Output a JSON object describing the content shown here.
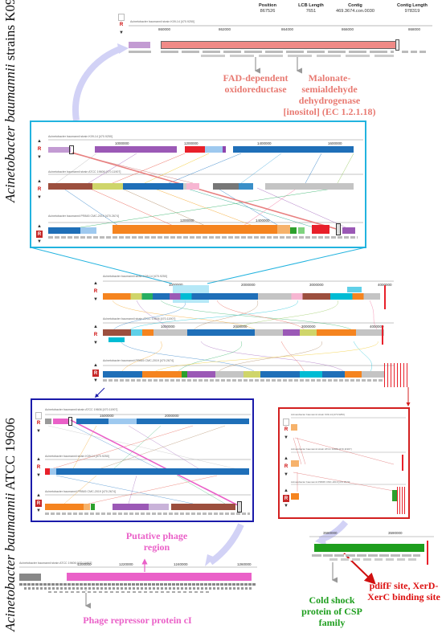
{
  "side_labels": {
    "top": {
      "species": "Acinetobacter baumannii",
      "strain": " strains K09-14"
    },
    "bottom": {
      "species": "Acinetobacter baumannii",
      "strain": " ATCC 19606"
    }
  },
  "header": {
    "position_label": "Position",
    "position_value": "867526",
    "lcb_length_label": "LCB Length",
    "lcb_length_value": "7651",
    "contig_label": "Contig",
    "contig_value": "469.3674.con.0030",
    "contig_length_label": "Contig Length",
    "contig_length_value": "978319"
  },
  "controls": {
    "red_r": "R",
    "up": "▲",
    "down": "▼"
  },
  "track_labels": {
    "k09": "Acinetobacter baumannii strain K09-14 [470.9250]",
    "atcc": "Acinetobacter baumannii strain ATCC 19606 [470.11907]",
    "ref": "Acinetobacter baumannii PR845 CMC-2019 [470.2674]"
  },
  "ticks": {
    "top": [
      "860000",
      "862000",
      "864000",
      "866000",
      "868000"
    ],
    "panel1": [
      "1000000",
      "1200000",
      "1400000",
      "1600000"
    ],
    "panel1_ref": [
      "1200000",
      "1400000"
    ],
    "overview": [
      "1000000",
      "2000000",
      "3000000",
      "4000000"
    ],
    "blue": [
      "1500000",
      "2000000"
    ],
    "phage": [
      "1200000",
      "1220000",
      "1240000",
      "1260000"
    ],
    "cold": [
      "3580000",
      "3590000"
    ]
  },
  "annotations": {
    "fad": "FAD-dependent oxidoreductase",
    "malonate": "Malonate-semialdehyde dehydrogenase [inositol] (EC 1.2.1.18)",
    "phage_region": "Putative phage region",
    "phage_repressor": "Phage repressor protein cI",
    "cold_shock": "Cold shock protein of CSP family",
    "pdif": "pdifF site, XerD-XerC binding site"
  },
  "colors": {
    "cyan_frame": "#22b3df",
    "blue_frame": "#1a1aaa",
    "red_frame": "#d32020",
    "salmon": "#e87a72",
    "pink": "#ea60c8",
    "green": "#1e9e1e",
    "red_text": "#dd1111"
  }
}
